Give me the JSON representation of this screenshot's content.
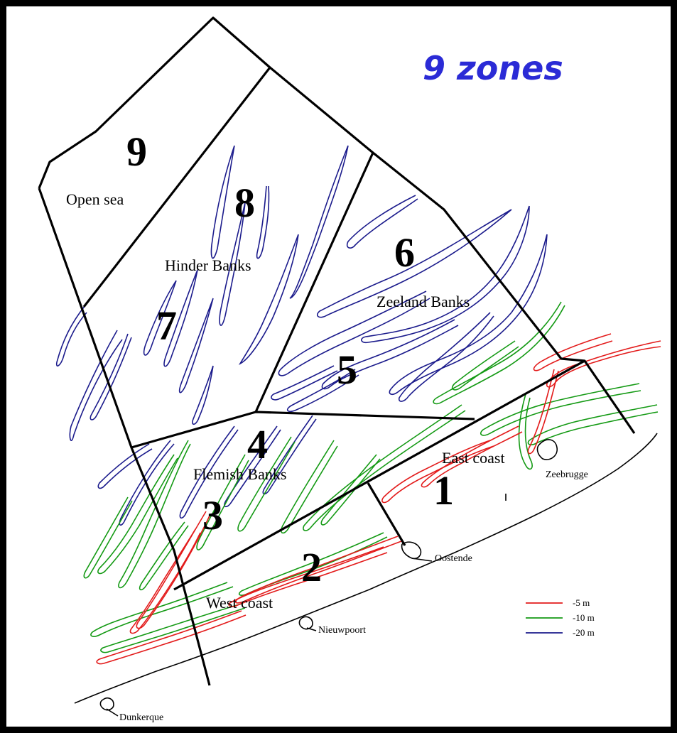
{
  "title": "9 zones",
  "zones": [
    {
      "number": "1",
      "name": "East coast"
    },
    {
      "number": "2",
      "name": "West coast"
    },
    {
      "number": "3",
      "name": ""
    },
    {
      "number": "4",
      "name": "Flemish Banks"
    },
    {
      "number": "5",
      "name": ""
    },
    {
      "number": "6",
      "name": "Zeeland Banks"
    },
    {
      "number": "7",
      "name": ""
    },
    {
      "number": "8",
      "name": "Hinder Banks"
    },
    {
      "number": "9",
      "name": "Open sea"
    }
  ],
  "places": [
    "Zeebrugge",
    "Oostende",
    "Nieuwpoort",
    "Dunkerque"
  ],
  "legend": [
    {
      "label": "-5 m",
      "color": "#e31b1b"
    },
    {
      "label": "-10 m",
      "color": "#149a14"
    },
    {
      "label": "-20 m",
      "color": "#1b1b8c"
    }
  ],
  "colors": {
    "title": "#2b2bd6",
    "frame": "#000000",
    "background": "#e9e3b0"
  }
}
